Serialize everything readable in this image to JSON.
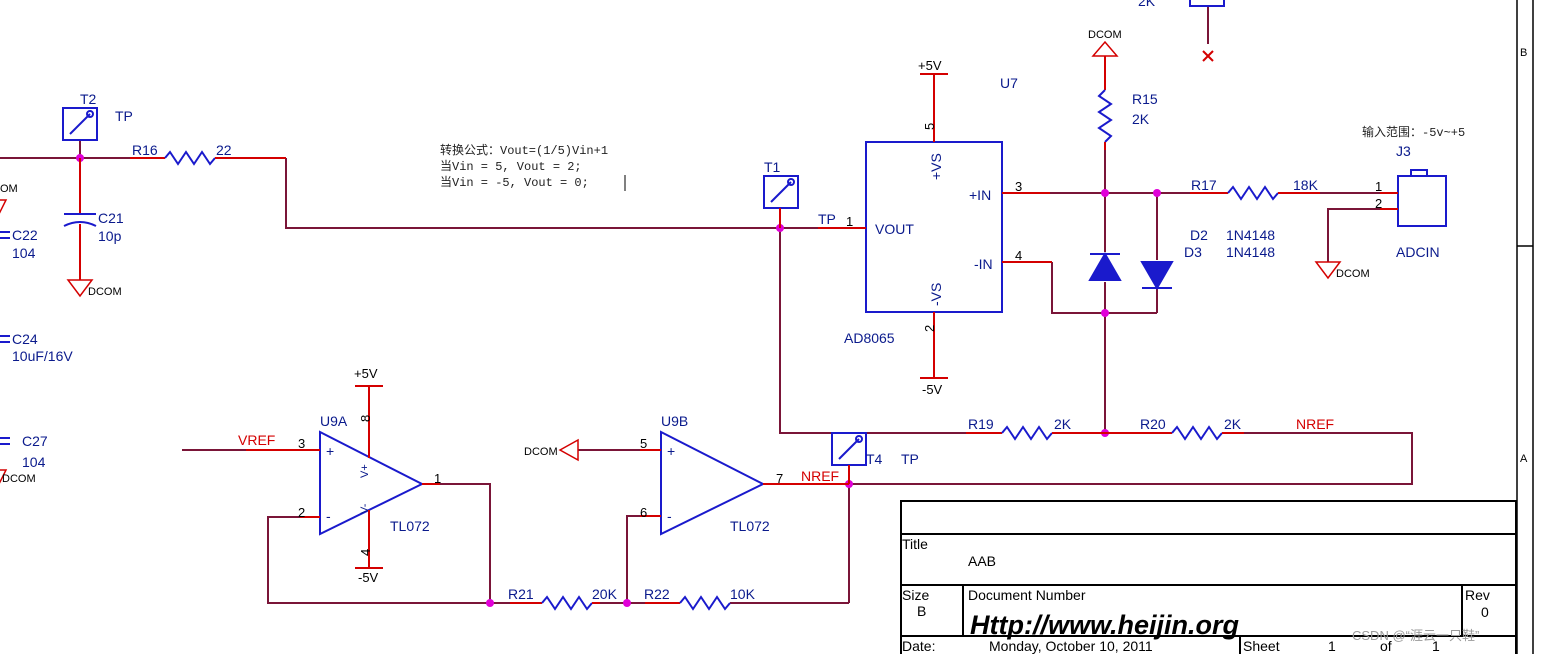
{
  "components": {
    "t2": {
      "ref": "T2",
      "value": "TP"
    },
    "t1": {
      "ref": "T1",
      "value": "TP"
    },
    "t4": {
      "ref": "T4",
      "value": "TP"
    },
    "r16": {
      "ref": "R16",
      "value": "22"
    },
    "c21": {
      "ref": "C21",
      "value": "10p"
    },
    "c22": {
      "ref": "C22",
      "value": "104"
    },
    "c24": {
      "ref": "C24",
      "value": "10uF/16V"
    },
    "c27": {
      "ref": "C27",
      "value": "104"
    },
    "u7": {
      "ref": "U7",
      "part": "AD8065",
      "pins": {
        "vs_pos": "+VS",
        "vs_neg": "-VS",
        "in_pos": "+IN",
        "in_neg": "-IN",
        "vout": "VOUT"
      },
      "pin_numbers": {
        "p1": "1",
        "p2": "2",
        "p3": "3",
        "p4": "4",
        "p5": "5"
      }
    },
    "r15": {
      "ref": "R15",
      "value": "2K"
    },
    "r17": {
      "ref": "R17",
      "value": "18K"
    },
    "d2": {
      "ref": "D2",
      "value": "1N4148"
    },
    "d3": {
      "ref": "D3",
      "value": "1N4148"
    },
    "j3": {
      "ref": "J3",
      "value": "ADCIN",
      "pin_numbers": {
        "p1": "1",
        "p2": "2"
      }
    },
    "r19": {
      "ref": "R19",
      "value": "2K"
    },
    "r20": {
      "ref": "R20",
      "value": "2K"
    },
    "u9a": {
      "ref": "U9A",
      "part": "TL072",
      "pin_numbers": {
        "p1": "1",
        "p2": "2",
        "p3": "3",
        "p4": "4",
        "p8": "8"
      },
      "pins": {
        "vpos": "V+",
        "vneg": "V-",
        "plus": "+",
        "minus": "-"
      }
    },
    "u9b": {
      "ref": "U9B",
      "part": "TL072",
      "pin_numbers": {
        "p5": "5",
        "p6": "6",
        "p7": "7"
      },
      "pins": {
        "plus": "+",
        "minus": "-"
      }
    },
    "r21": {
      "ref": "R21",
      "value": "20K"
    },
    "r22": {
      "ref": "R22",
      "value": "10K"
    },
    "top_resistor": {
      "value": "2K"
    }
  },
  "nets": {
    "vref": "VREF",
    "nref_out": "NREF",
    "nref_right": "NREF",
    "tp_label": "TP"
  },
  "power": {
    "p5v_u7": "+5V",
    "m5v_u7": "-5V",
    "p5v_u9": "+5V",
    "m5v_u9": "-5V",
    "dcom": "DCOM"
  },
  "notes": {
    "formula_line1": "转换公式：Vout=(1/5)Vin+1",
    "formula_line2": "当Vin = 5, Vout = 2;",
    "formula_line3": "当Vin = -5, Vout = 0;",
    "input_range": "输入范围：-5v~+5"
  },
  "border": {
    "zone_b": "B",
    "zone_a": "A"
  },
  "title_block": {
    "title_label": "Title",
    "title_value": "AAB",
    "size_label": "Size",
    "size_value": "B",
    "docnum_label": "Document Number",
    "docnum_value": "Http://www.heijin.org",
    "rev_label": "Rev",
    "rev_value": "0",
    "date_label": "Date:",
    "date_value": "Monday, October 10, 2011",
    "sheet_label": "Sheet",
    "sheet_value": "1",
    "of_label": "of",
    "of_value": "1"
  },
  "watermark": "CSDN @“涯云一只鞋”",
  "colors": {
    "component_body": "#1a1acc",
    "pin_lead": "#d40000",
    "wire": "#7a1538",
    "junction": "#e000d8",
    "net_label": "#d40000"
  }
}
